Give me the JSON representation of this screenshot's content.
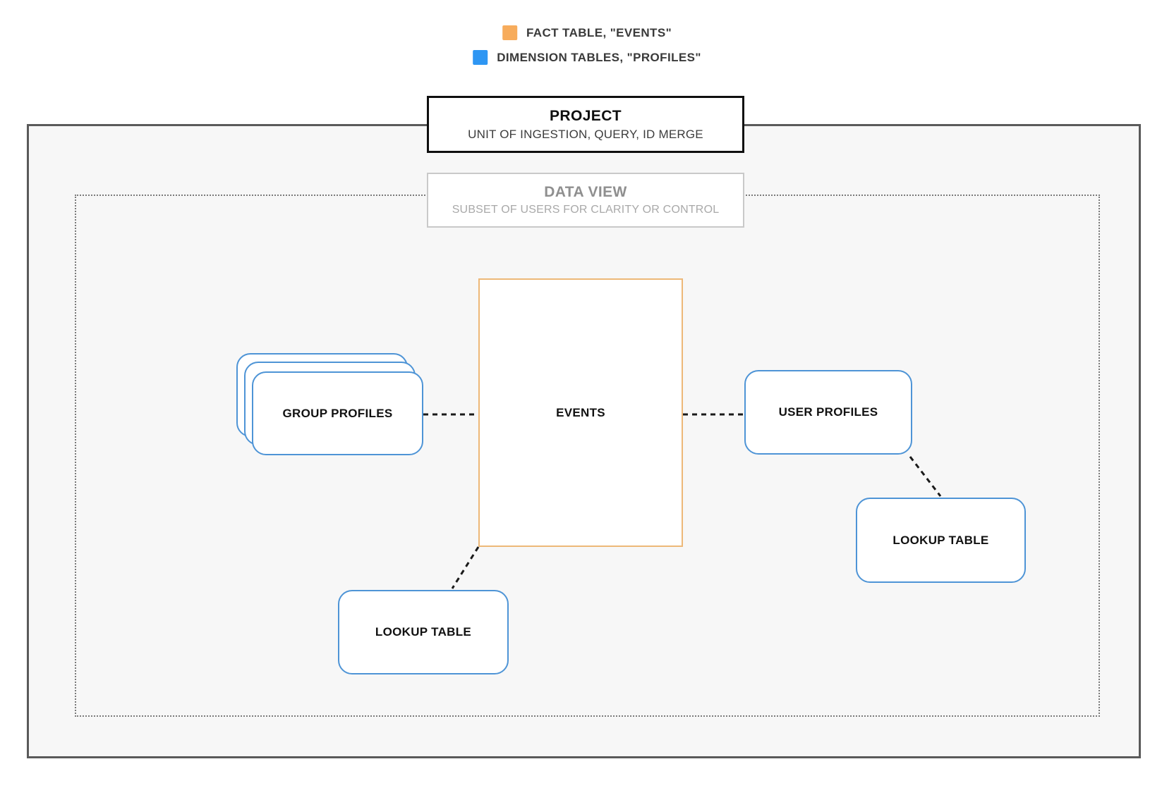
{
  "legend": {
    "items": [
      {
        "label": "FACT TABLE, \"EVENTS\"",
        "color": "#f7ac5c"
      },
      {
        "label": "DIMENSION TABLES, \"PROFILES\"",
        "color": "#2e96f3"
      }
    ]
  },
  "project": {
    "title": "PROJECT",
    "subtitle": "UNIT OF INGESTION, QUERY, ID MERGE"
  },
  "data_view": {
    "title": "DATA VIEW",
    "subtitle": "SUBSET OF USERS FOR CLARITY OR CONTROL"
  },
  "nodes": {
    "events": {
      "label": "EVENTS"
    },
    "group_profiles": {
      "label": "GROUP PROFILES"
    },
    "user_profiles": {
      "label": "USER PROFILES"
    },
    "lookup_table_right": {
      "label": "LOOKUP TABLE"
    },
    "lookup_table_bottom": {
      "label": "LOOKUP TABLE"
    }
  },
  "colors": {
    "fact_border": "#edb878",
    "dimension_border": "#4e94d6",
    "outer_border": "#5a5a5a",
    "container_bg": "#f7f7f7",
    "connector": "#1a1a1a"
  }
}
